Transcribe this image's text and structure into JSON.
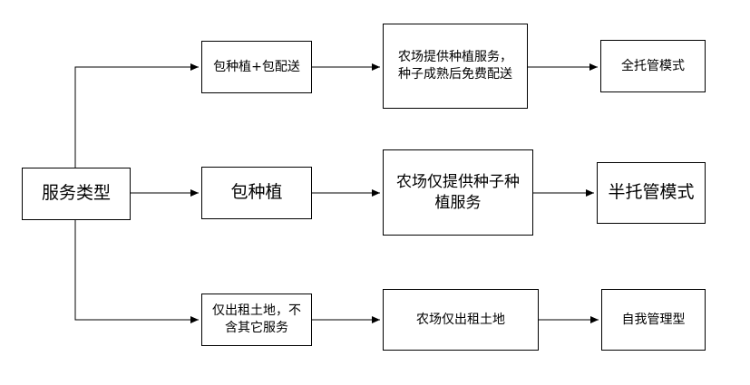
{
  "nodes": {
    "root": "服务类型",
    "r1c1": "包种植+包配送",
    "r1c2": "农场提供种植服务，\n种子成熟后免费配送",
    "r1c3": "全托管模式",
    "r2c1": "包种植",
    "r2c2": "农场仅提供种子种植服务",
    "r2c3": "半托管模式",
    "r3c1": "仅出租土地，不含其它服务",
    "r3c2": "农场仅出租土地",
    "r3c3": "自我管理型"
  }
}
